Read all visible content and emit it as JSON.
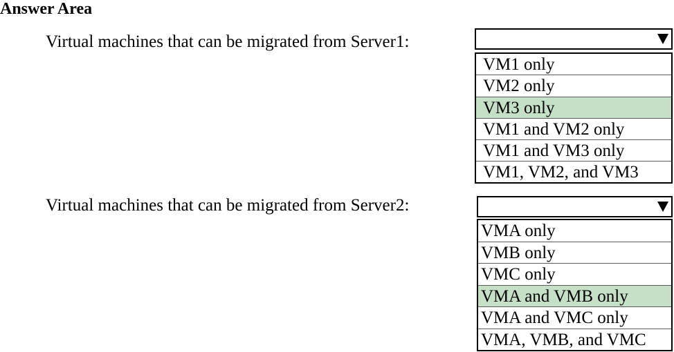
{
  "heading": "Answer Area",
  "questions": [
    {
      "label": "Virtual machines that can be migrated from Server1:",
      "options": [
        "VM1 only",
        "VM2 only",
        "VM3 only",
        "VM1 and VM2 only",
        "VM1 and VM3 only",
        "VM1, VM2, and VM3"
      ],
      "selected": "VM3 only"
    },
    {
      "label": "Virtual machines that can be migrated from Server2:",
      "options": [
        "VMA only",
        "VMB only",
        "VMC only",
        "VMA and VMB only",
        "VMA and VMC only",
        "VMA, VMB, and VMC"
      ],
      "selected": "VMA and VMB only"
    }
  ],
  "icons": {
    "dropdown": "triangle-down-icon"
  },
  "colors": {
    "selected_highlight": "#c6e0c8",
    "border": "#000000"
  }
}
